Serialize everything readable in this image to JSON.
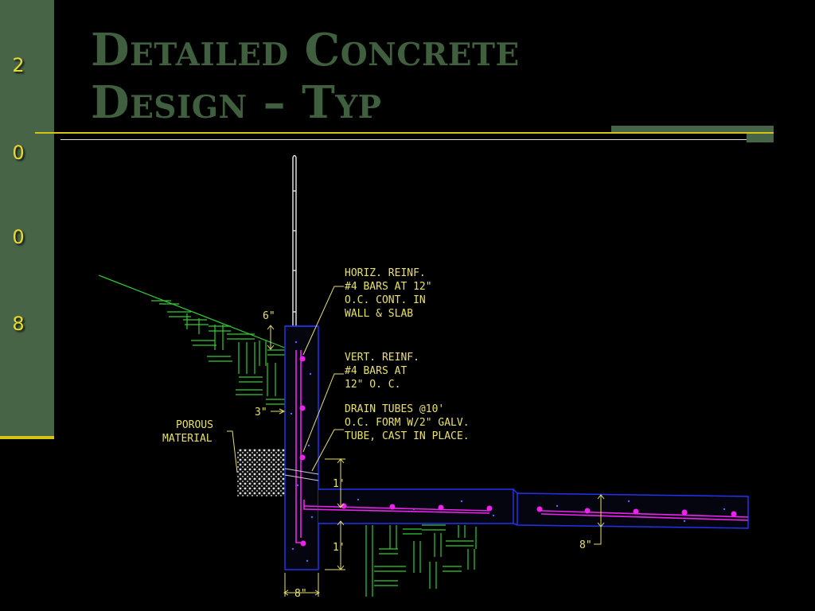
{
  "slide": {
    "title_line1": "Detailed Concrete",
    "title_line2": "Design – Typ",
    "sidebar_digits": [
      "2",
      "0",
      "0",
      "8"
    ]
  },
  "colors": {
    "sidebar_green": "#476447",
    "title_green": "#3f5f3f",
    "accent_gold": "#d4c416",
    "concrete_outline": "#2233ee",
    "rebar_magenta": "#ee22ee",
    "soil_green": "#33cc33",
    "annotation_yellow": "#e8e06a"
  },
  "drawing": {
    "notes": {
      "horiz": [
        "HORIZ. REINF.",
        "#4  BARS AT 12\"",
        "O.C. CONT. IN",
        "WALL & SLAB"
      ],
      "vert": [
        "VERT. REINF.",
        "#4  BARS  AT",
        "12\"  O. C."
      ],
      "drain": [
        "DRAIN TUBES @10'",
        "O.C. FORM W/2\" GALV.",
        "TUBE, CAST IN PLACE."
      ],
      "porous": [
        "POROUS",
        "MATERIAL"
      ]
    },
    "dimensions": {
      "top": "6\"",
      "left": "3\"",
      "right_upper": "1'",
      "right_lower": "1'",
      "wall_width": "8\"",
      "slab_thickness": "8\""
    }
  }
}
